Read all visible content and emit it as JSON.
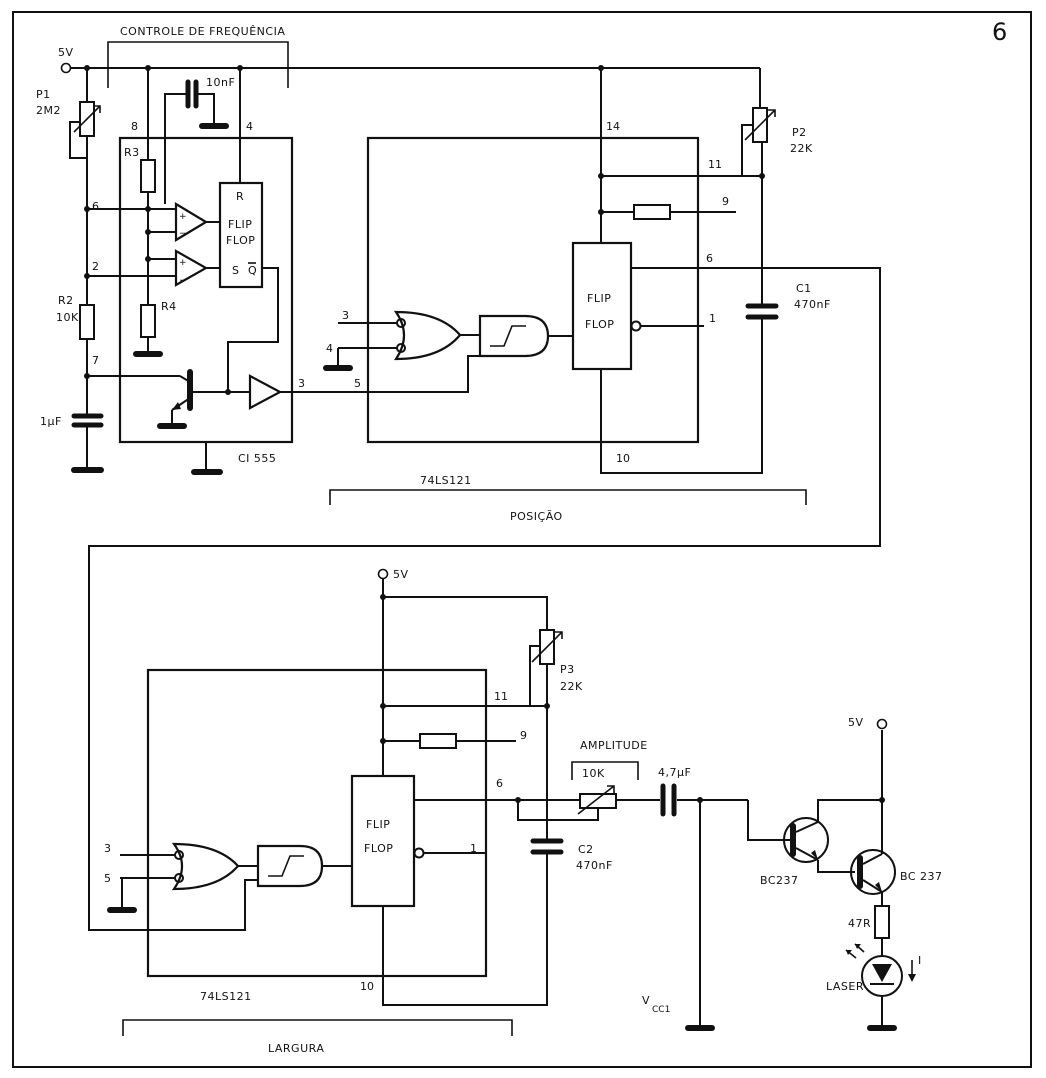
{
  "figure_number": "6",
  "top": {
    "supply": "5V",
    "freq_label": "CONTROLE DE FREQUÊNCIA",
    "p1": {
      "name": "P1",
      "value": "2M2"
    },
    "r2": {
      "name": "R2",
      "value": "10K"
    },
    "r3": "R3",
    "r4": "R4",
    "cap_10nF": "10nF",
    "cap_1uF": "1μF",
    "ic555_label": "CI 555",
    "ic555_pins": {
      "p8": "8",
      "p4": "4",
      "p6": "6",
      "p2": "2",
      "p7": "7",
      "p3": "3"
    },
    "flipflop_line1": "FLIP",
    "flipflop_line2": "FLOP",
    "ff_reset": "R",
    "ff_set": "S",
    "ff_qbar": "Q",
    "ic121_label": "74LS121",
    "ic121_pins": {
      "p14": "14",
      "p11": "11",
      "p9": "9",
      "p6": "6",
      "p1": "1",
      "p10": "10",
      "p3": "3",
      "p4": "4",
      "p5": "5"
    },
    "p2": {
      "name": "P2",
      "value": "22K"
    },
    "c1": {
      "name": "C1",
      "value": "470nF"
    },
    "section_label": "POSIÇÃO"
  },
  "bottom": {
    "supply": "5V",
    "p3": {
      "name": "P3",
      "value": "22K"
    },
    "ic121_label": "74LS121",
    "ic121_pins": {
      "p11": "11",
      "p9": "9",
      "p6": "6",
      "p1": "1",
      "p10": "10",
      "p3": "3",
      "p5": "5"
    },
    "flipflop_line1": "FLIP",
    "flipflop_line2": "FLOP",
    "c2": {
      "name": "C2",
      "value": "470nF"
    },
    "amplitude_label": "AMPLITUDE",
    "amplitude_pot": "10K",
    "cap_coupling": "4,7μF",
    "vcc": "V",
    "vcc_sub": "CC1",
    "supply_right": "5V",
    "q1": "BC237",
    "q2": "BC 237",
    "r_47": "47R",
    "laser": "LASER",
    "current": "I",
    "section_label": "LARGURA"
  }
}
